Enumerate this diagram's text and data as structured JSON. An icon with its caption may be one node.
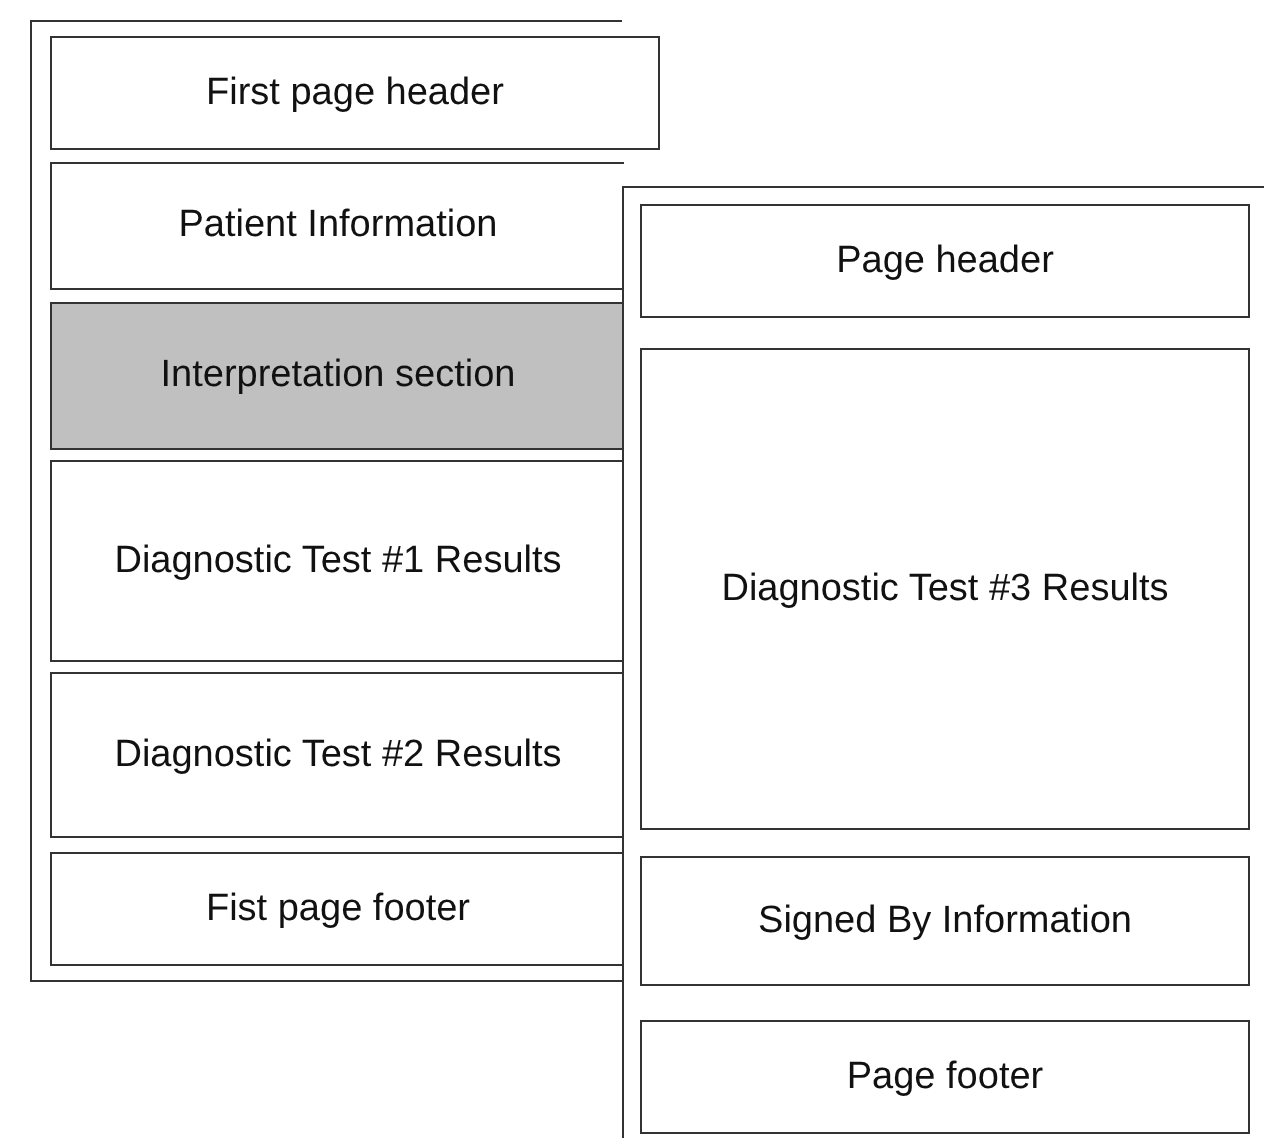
{
  "diagram": {
    "nodes": [
      {
        "text": [],
        "shape": "box"
      },
      {
        "text": [
          "First page header"
        ],
        "in": 0
      },
      {
        "text": [
          "Patient Information"
        ],
        "in": 0
      },
      {
        "text": [
          "Interpretation section"
        ],
        "in": 0
      },
      {
        "text": [
          "Diagnostic Test #1 Results"
        ],
        "in": 0
      },
      {
        "text": [
          "Diagnostic Test #2 Results"
        ],
        "in": 0
      },
      {
        "text": [
          "Fist page footer"
        ],
        "in": 0
      },
      {
        "text": [],
        "shape": "box"
      },
      {
        "text": [
          "Page header"
        ],
        "in": 7
      },
      {
        "text": [
          "Diagnostic Test #3 Results"
        ],
        "in": 7
      },
      {
        "text": [
          "Signed By Information"
        ],
        "in": 7
      },
      {
        "text": [
          "Page footer"
        ],
        "in": 7
      }
    ]
  }
}
